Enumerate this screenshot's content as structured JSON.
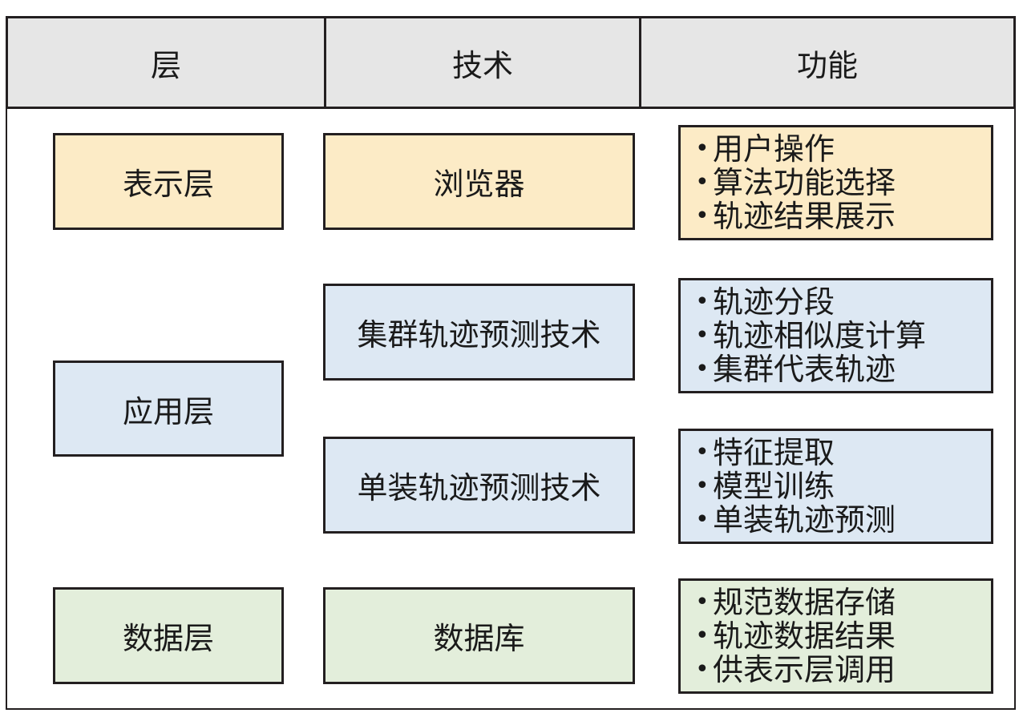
{
  "headers": [
    "层",
    "技术",
    "功能"
  ],
  "layers": [
    {
      "label": "表示层",
      "color": "#fcebc6"
    },
    {
      "label": "应用层",
      "color": "#dde8f3"
    },
    {
      "label": "数据层",
      "color": "#e3eedb"
    }
  ],
  "techs": [
    {
      "label": "浏览器"
    },
    {
      "label": "集群轨迹预测技术"
    },
    {
      "label": "单装轨迹预测技术"
    },
    {
      "label": "数据库"
    }
  ],
  "functions": [
    {
      "items": [
        "用户操作",
        "算法功能选择",
        "轨迹结果展示"
      ]
    },
    {
      "items": [
        "轨迹分段",
        "轨迹相似度计算",
        "集群代表轨迹"
      ]
    },
    {
      "items": [
        "特征提取",
        "模型训练",
        "单装轨迹预测"
      ]
    },
    {
      "items": [
        "规范数据存储",
        "轨迹数据结果",
        "供表示层调用"
      ]
    }
  ]
}
